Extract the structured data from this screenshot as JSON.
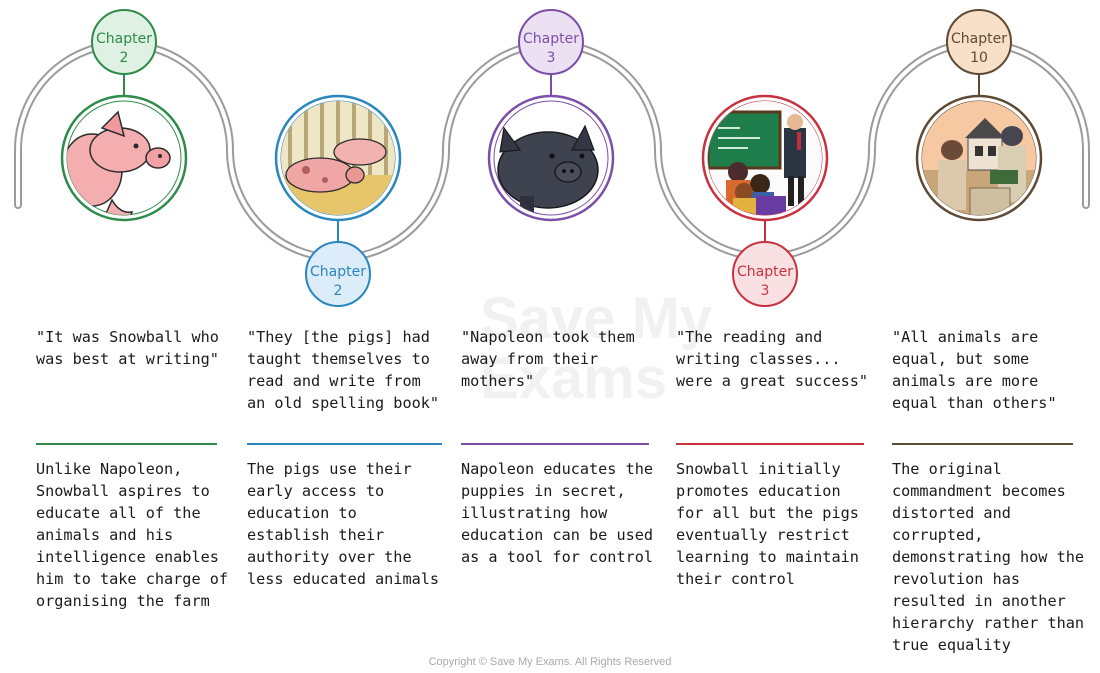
{
  "timeline": {
    "stops": [
      {
        "chapter_label": "Chapter",
        "chapter_number": "2",
        "color": "#2e8b4a",
        "fill": "#dff1e2",
        "image": "pig-icon",
        "quote": "\"It was Snowball who was best at writing\"",
        "analysis": "Unlike Napoleon, Snowball aspires to educate all of the animals and his intelligence enables him to take charge of organising the farm"
      },
      {
        "chapter_label": "Chapter",
        "chapter_number": "2",
        "color": "#2a86bf",
        "fill": "#dcecf8",
        "image": "pigs-in-barn-icon",
        "quote": "\"They [the pigs] had taught themselves to read and write from an old spelling book\"",
        "analysis": "The pigs use their early access to education to establish their authority over the less educated animals"
      },
      {
        "chapter_label": "Chapter",
        "chapter_number": "3",
        "color": "#7b4fa8",
        "fill": "#ece0f3",
        "image": "black-pig-icon",
        "quote": "\"Napoleon took them away from their mothers\"",
        "analysis": "Napoleon educates the puppies in secret, illustrating how education can be used as a tool for control"
      },
      {
        "chapter_label": "Chapter",
        "chapter_number": "3",
        "color": "#c8323f",
        "fill": "#f9e0e2",
        "image": "classroom-icon",
        "quote": "\"The reading and writing classes... were a great success\"",
        "analysis": "Snowball initially promotes education for all but the pigs eventually restrict learning to maintain their control"
      },
      {
        "chapter_label": "Chapter",
        "chapter_number": "10",
        "color": "#5e4a34",
        "fill": "#f7dfc8",
        "image": "pigs-and-farmers-icon",
        "quote": "\"All animals are equal, but some animals are more equal than others\"",
        "analysis": "The original commandment becomes distorted and corrupted, demonstrating how the revolution has resulted in another hierarchy rather than true equality"
      }
    ]
  },
  "watermark": {
    "line1": "Save My",
    "line2": "Exams"
  },
  "footer": {
    "copyright": "Copyright © Save My Exams. All Rights Reserved"
  }
}
